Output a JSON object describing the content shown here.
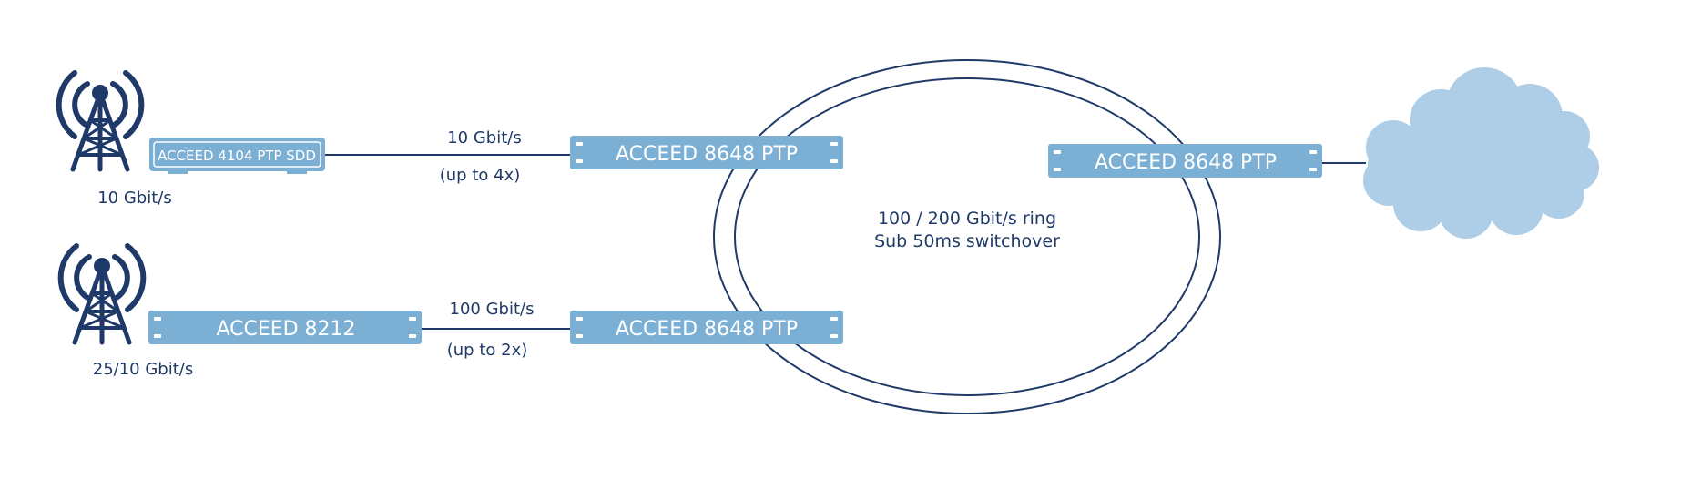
{
  "devices": {
    "edge_top": "ACCEED 4104 PTP SDD",
    "edge_bottom": "ACCEED 8212",
    "ring_top": "ACCEED 8648 PTP",
    "ring_bottom": "ACCEED 8648 PTP",
    "ring_right": "ACCEED 8648 PTP"
  },
  "links": {
    "top_speed": "10 Gbit/s",
    "top_multiplier": "(up to 4x)",
    "bottom_speed": "100 Gbit/s",
    "bottom_multiplier": "(up to 2x)"
  },
  "towers": {
    "top_speed": "10 Gbit/s",
    "bottom_speed": "25/10 Gbit/s"
  },
  "ring": {
    "line1": "100 / 200 Gbit/s ring",
    "line2": "Sub 50ms switchover"
  },
  "colors": {
    "device": "#7bafd4",
    "line": "#1f3a68",
    "cloud": "#aecde6",
    "tower": "#1f3a68"
  }
}
